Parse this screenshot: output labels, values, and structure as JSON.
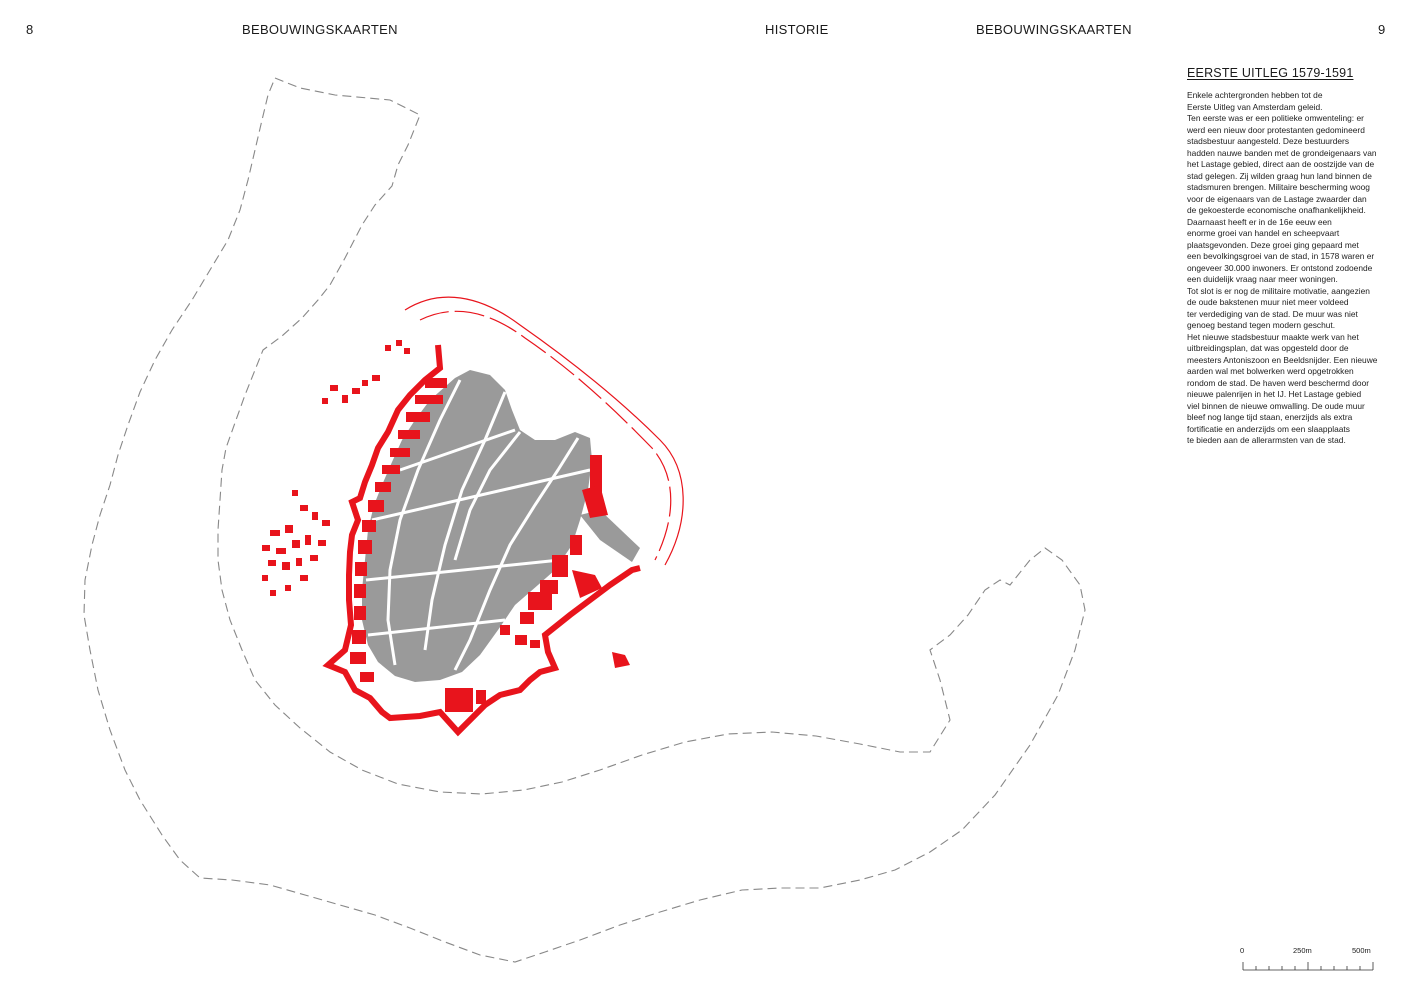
{
  "header": {
    "page_left": "8",
    "title_left": "BEBOUWINGSKAARTEN",
    "title_middle": "HISTORIE",
    "title_right": "BEBOUWINGSKAARTEN",
    "page_right": "9"
  },
  "article": {
    "title": "EERSTE UITLEG 1579-1591",
    "lines": [
      "Enkele achtergronden hebben tot de",
      "Eerste Uitleg van Amsterdam geleid.",
      "Ten eerste was er een politieke omwenteling: er",
      "werd een nieuw door protestanten gedomineerd",
      "stadsbestuur aangesteld. Deze bestuurders",
      "hadden nauwe banden met de grondeigenaars van",
      "het Lastage gebied, direct aan de oostzijde van de",
      "stad gelegen. Zij wilden graag hun land binnen de",
      "stadsmuren brengen. Militaire bescherming woog",
      "voor de eigenaars van de Lastage zwaarder dan",
      "de gekoesterde economische onafhankelijkheid.",
      "Daarnaast heeft er in de 16e eeuw een",
      "enorme groei van handel en scheepvaart",
      "plaatsgevonden. Deze groei ging gepaard met",
      "een bevolkingsgroei van de stad, in 1578 waren er",
      "ongeveer 30.000 inwoners. Er ontstond zodoende",
      "een duidelijk vraag naar meer woningen.",
      "Tot slot is er nog de militaire motivatie, aangezien",
      "de oude bakstenen muur niet meer voldeed",
      "ter verdediging van de stad. De muur was niet",
      "genoeg bestand tegen modern geschut.",
      "Het nieuwe stadsbestuur maakte werk van het",
      "uitbreidingsplan, dat was opgesteld door de",
      "meesters Antoniszoon en Beeldsnijder. Een nieuwe",
      "aarden wal met bolwerken werd opgetrokken",
      "rondom de stad. De haven werd beschermd door",
      "nieuwe palenrijen in het IJ. Het Lastage gebied",
      "viel binnen de nieuwe omwalling. De oude muur",
      "bleef nog lange tijd staan, enerzijds als extra",
      "fortificatie en anderzijds om een slaapplaats",
      "te bieden aan de allerarmsten van de stad."
    ]
  },
  "scale_bar": {
    "labels": [
      "0",
      "250m",
      "500m"
    ],
    "values_m": [
      0,
      250,
      500
    ]
  },
  "map": {
    "colors": {
      "existing_buildings": "#9a9a9a",
      "new_buildings": "#e8141c",
      "outline": "#888888",
      "background": "#ffffff"
    }
  }
}
